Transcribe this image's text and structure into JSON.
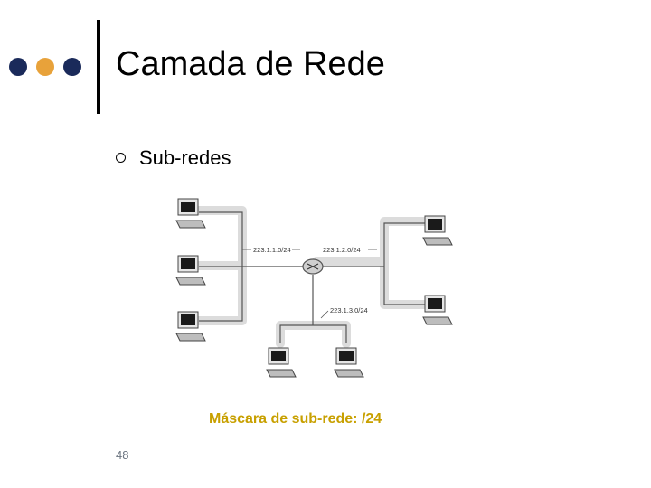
{
  "slide": {
    "title": "Camada de Rede",
    "bullet": "Sub-redes",
    "caption": "Máscara de sub-rede: /24",
    "page_number": "48"
  },
  "diagram": {
    "subnet_labels": [
      "223.1.1.0/24",
      "223.1.2.0/24",
      "223.1.3.0/24"
    ]
  },
  "colors": {
    "dark_dot": "#1a2a5a",
    "accent_dot": "#e8a23a",
    "caption": "#c8a000"
  }
}
